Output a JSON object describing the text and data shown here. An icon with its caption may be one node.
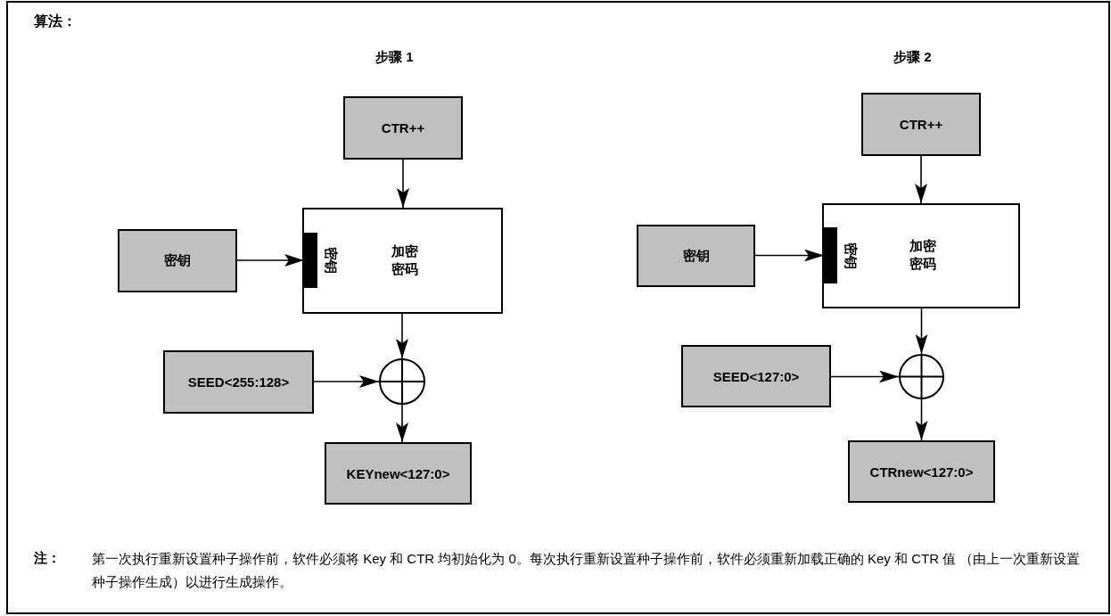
{
  "diagram": {
    "title": "算法：",
    "nodes": [
      {
        "text": [
          "CTR++"
        ]
      },
      {
        "text": [
          "加密密码"
        ]
      },
      {
        "text": [
          "密钥"
        ],
        "in": 1
      },
      {
        "text": [
          "密钥"
        ]
      },
      {
        "text": [],
        "shape": "circle"
      },
      {
        "text": [
          "SEED<255:128>"
        ]
      },
      {
        "text": [
          "KEYnew<127:0>"
        ]
      },
      {
        "text": [
          "CTR++"
        ]
      },
      {
        "text": [
          "加密密码"
        ]
      },
      {
        "text": [
          "密钥"
        ],
        "in": 8
      },
      {
        "text": [
          "密钥"
        ]
      },
      {
        "text": [],
        "shape": "circle"
      },
      {
        "text": [
          "SEED<127:0>"
        ]
      },
      {
        "text": [
          "CTRnew<127:0>"
        ]
      }
    ],
    "edges": [
      {
        "from": 0,
        "to": 1,
        "arrow": "to"
      },
      {
        "from": 3,
        "to": 2,
        "arrow": "to"
      },
      {
        "from": 1,
        "to": 4,
        "arrow": "to"
      },
      {
        "from": 5,
        "to": 4,
        "arrow": "to"
      },
      {
        "from": 4,
        "to": 6,
        "arrow": "to"
      },
      {
        "from": 7,
        "to": 8,
        "arrow": "to"
      },
      {
        "from": 10,
        "to": 9,
        "arrow": "to"
      },
      {
        "from": 8,
        "to": 11,
        "arrow": "to"
      },
      {
        "from": 12,
        "to": 11,
        "arrow": "to"
      },
      {
        "from": 11,
        "to": 13,
        "arrow": "to"
      }
    ],
    "labels": [
      "步骤 1",
      "步骤 2",
      "注：",
      "第一次执行重新设置种子操作前，软件必须将 Key 和 CTR 均初始化为 0。每次执行重新设置种子操作前，软件必须重新加载正确的 Key 和 CTR 值 （由上一次重新设置种子操作生成）以进行生成操作。"
    ]
  }
}
